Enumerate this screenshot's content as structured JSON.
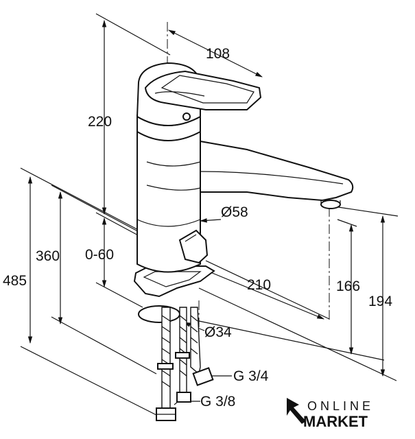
{
  "dimensions": {
    "height_220": "220",
    "reach_108": "108",
    "diameter_58": "Ø58",
    "overall_485": "485",
    "height_360": "360",
    "range_0_60": "0-60",
    "reach_210": "210",
    "height_166": "166",
    "height_194": "194",
    "diameter_34": "Ø34",
    "thread_g34": "G 3/4",
    "thread_g38": "G 3/8"
  },
  "logo": {
    "line1": "ONLINE",
    "line2": "MARKET"
  }
}
